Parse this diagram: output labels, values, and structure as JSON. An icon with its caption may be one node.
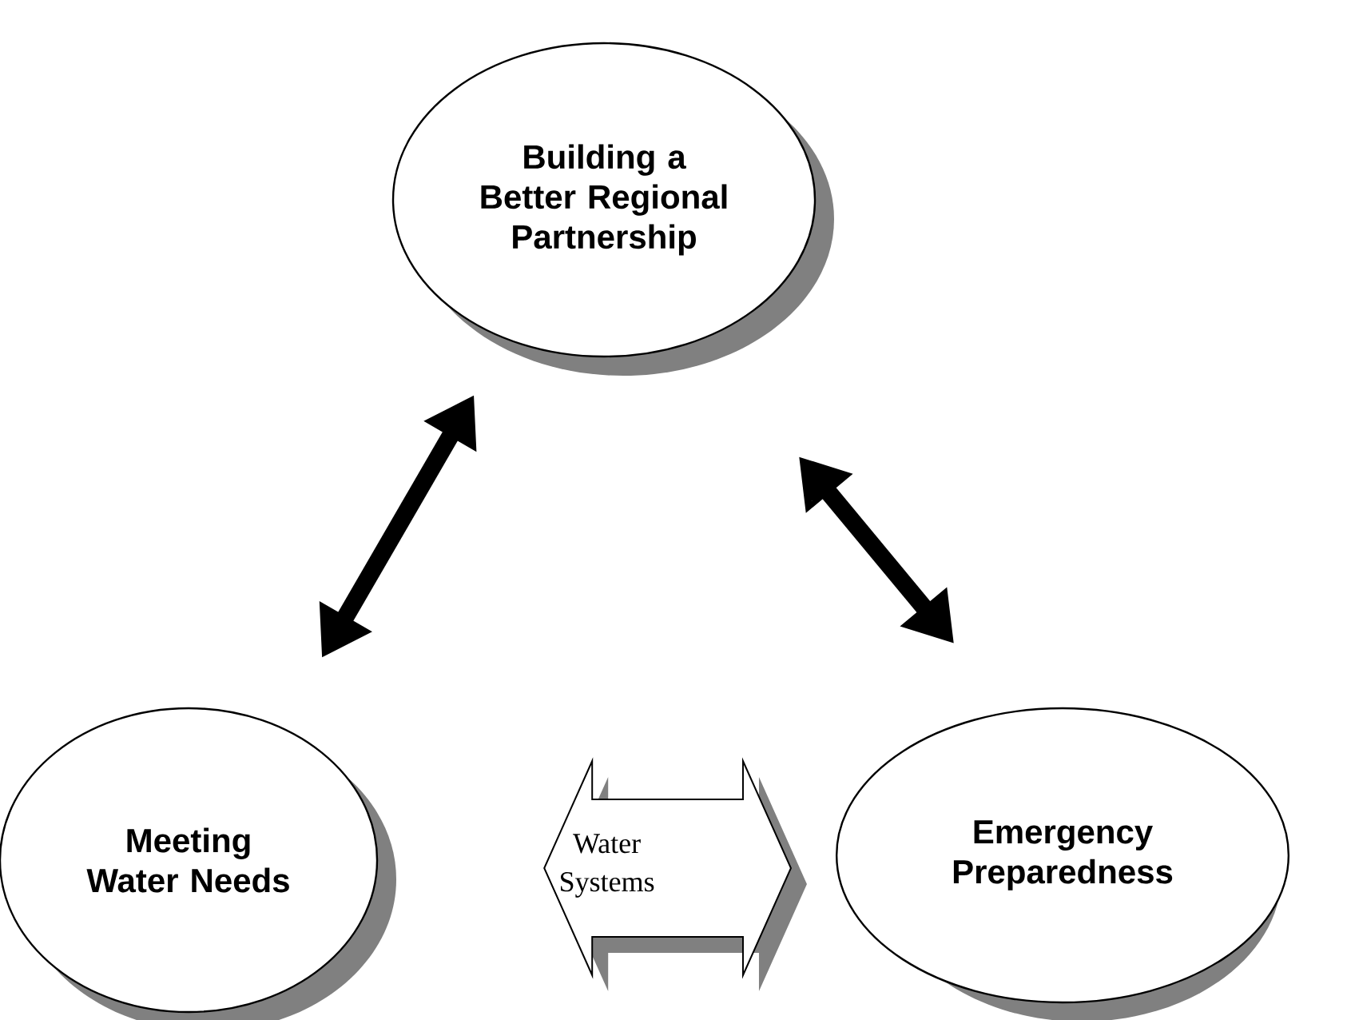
{
  "diagram": {
    "nodes": [
      {
        "text": [
          "Building a Better Regional Partnership"
        ]
      },
      {
        "text": [
          "Meeting Water Needs"
        ]
      },
      {
        "text": [
          "Emergency Preparedness"
        ]
      }
    ],
    "edges": [
      {
        "from": 1,
        "to": 0,
        "arrow": "both"
      },
      {
        "from": 0,
        "to": 2,
        "arrow": "both"
      },
      {
        "from": 1,
        "to": 2,
        "arrow": "both",
        "label": "Water Systems"
      }
    ]
  }
}
